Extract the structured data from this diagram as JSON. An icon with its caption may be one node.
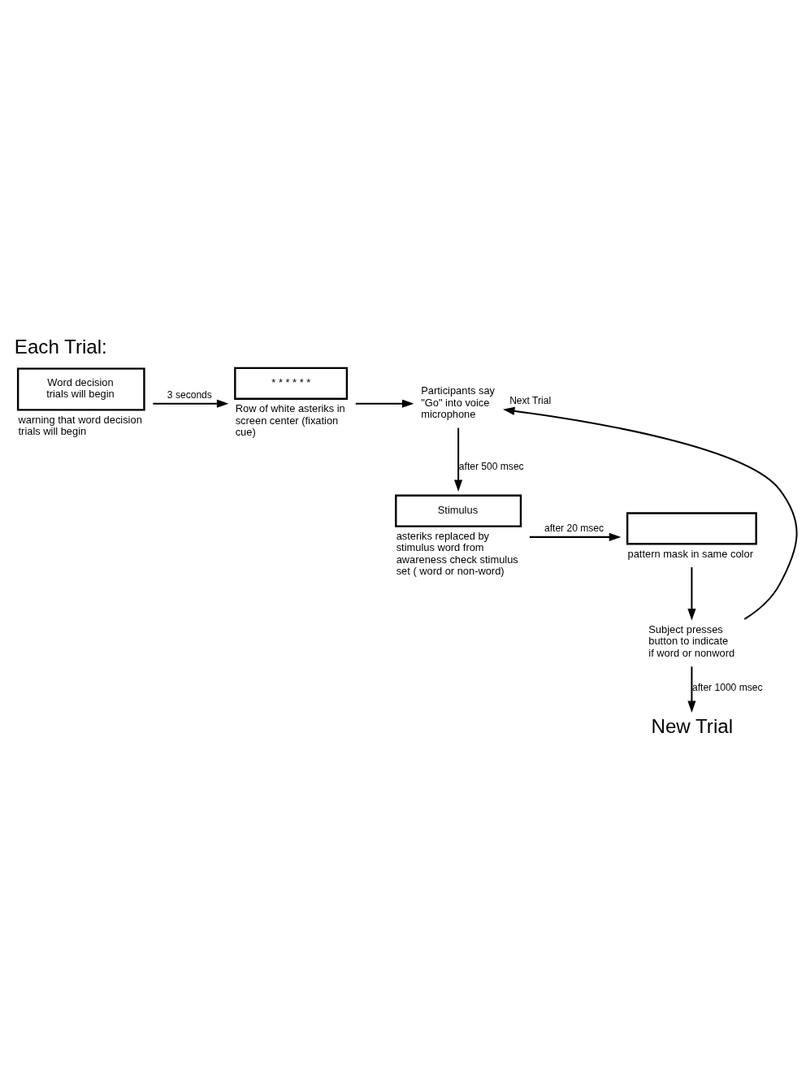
{
  "diagram": {
    "title": "Each Trial:",
    "nodes": [
      {
        "text": [
          "Word decision trials will begin"
        ],
        "beside": [
          "warning that word decision trials will begin"
        ]
      },
      {
        "text": [
          "* * * * * *"
        ],
        "beside": [
          "Row of white asteriks in screen center (fixation cue)"
        ]
      },
      {
        "text": [
          "Participants say \"Go\" into voice microphone"
        ]
      },
      {
        "text": [
          "Stimulus"
        ],
        "beside": [
          "asteriks replaced by stimulus word from awareness check stimulus set ( word or non-word)"
        ]
      },
      {
        "text": [],
        "shape": "box",
        "beside": [
          "pattern mask in same color"
        ]
      },
      {
        "text": [
          "Subject presses button to indicate if word or nonword"
        ]
      },
      {
        "text": [
          "New Trial"
        ]
      }
    ],
    "edges": [
      {
        "from": 0,
        "to": 1,
        "arrow": "to",
        "label": "3 seconds"
      },
      {
        "from": 1,
        "to": 2,
        "arrow": "to"
      },
      {
        "from": 2,
        "to": 3,
        "arrow": "to",
        "label": "after 500 msec"
      },
      {
        "from": 3,
        "to": 4,
        "arrow": "to",
        "label": "after 20 msec"
      },
      {
        "from": 4,
        "to": 5,
        "arrow": "to"
      },
      {
        "from": 5,
        "to": 2,
        "arrow": "to",
        "label": "Next Trial"
      },
      {
        "from": 5,
        "to": 6,
        "arrow": "to",
        "label": "after 1000 msec"
      }
    ]
  }
}
